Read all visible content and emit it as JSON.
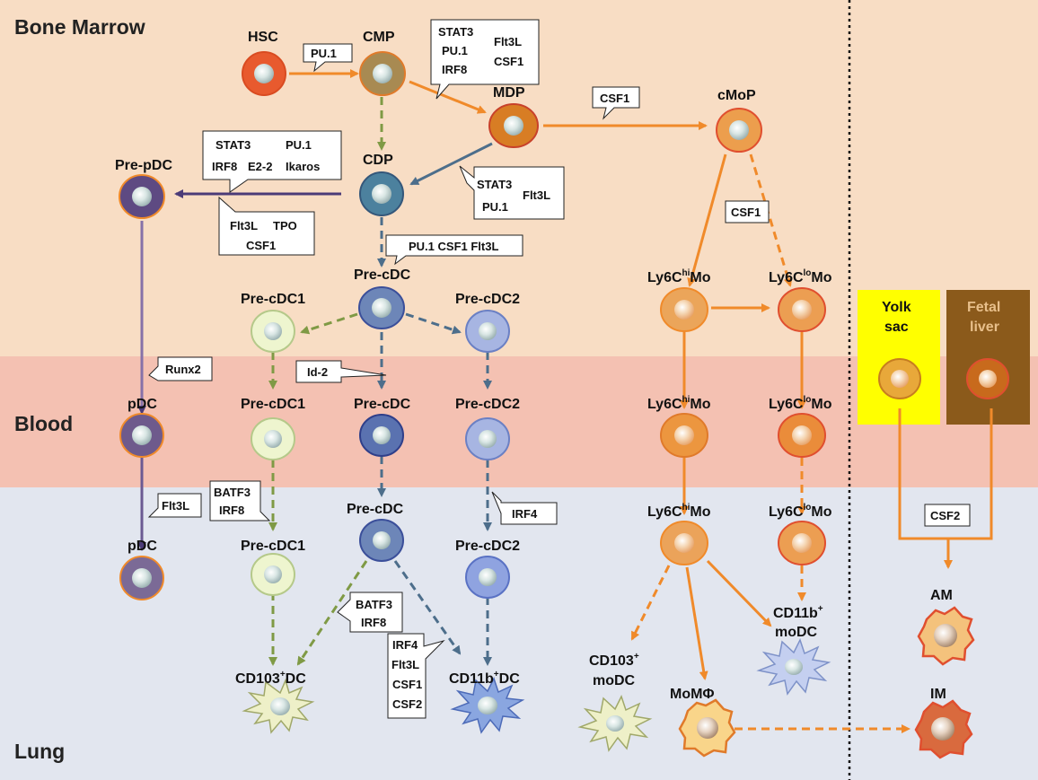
{
  "regions": {
    "bone_marrow": "Bone Marrow",
    "blood": "Blood",
    "lung": "Lung"
  },
  "colors": {
    "bone_marrow_bg": "#f8ddc4",
    "blood_bg": "#f4c1b2",
    "lung_bg": "#e2e6ef",
    "yolk": "#ffff00",
    "fetal": "#8b5a1b",
    "orange": "#f08a2a",
    "olive": "#7f9a45",
    "steel": "#4d6e8b",
    "purple": "#4b3b78"
  },
  "cells": {
    "hsc": "HSC",
    "cmp": "CMP",
    "mdp": "MDP",
    "cdp": "CDP",
    "cmop": "cMoP",
    "pre_pdc": "Pre-pDC",
    "pdc_blood": "pDC",
    "pdc_lung": "pDC",
    "pre_cdc_bm": "Pre-cDC",
    "pre_cdc1_bm": "Pre-cDC1",
    "pre_cdc2_bm": "Pre-cDC2",
    "pre_cdc1_blood": "Pre-cDC1",
    "pre_cdc_blood": "Pre-cDC",
    "pre_cdc2_blood": "Pre-cDC2",
    "pre_cdc_lung": "Pre-cDC",
    "pre_cdc1_lung": "Pre-cDC1",
    "pre_cdc2_lung": "Pre-cDC2",
    "cd103_dc_a": "CD103",
    "cd103_dc_sup": "+",
    "cd103_dc_b": "DC",
    "cd11b_dc_a": "CD11b",
    "cd11b_dc_sup": "+",
    "cd11b_dc_b": "DC",
    "ly6c": "Ly6C",
    "hi": "hi",
    "lo": "lo",
    "mo": "Mo",
    "cd103_modc_1": "CD103",
    "cd103_modc_sup": "+",
    "cd103_modc_2": "moDC",
    "cd11b_modc_1": "CD11b",
    "cd11b_modc_sup": "+",
    "cd11b_modc_2": "moDC",
    "momphi": "MoMΦ",
    "am": "AM",
    "im": "IM",
    "yolk_1": "Yolk",
    "yolk_2": "sac",
    "fetal_1": "Fetal",
    "fetal_2": "liver"
  },
  "factors": {
    "pu1": "PU.1",
    "cmp_mdp": [
      "STAT3",
      "PU.1",
      "IRF8",
      "Flt3L",
      "CSF1"
    ],
    "csf1": "CSF1",
    "cmop_csf1": "CSF1",
    "cdp_pdc_top": [
      "STAT3",
      "PU.1",
      "IRF8",
      "E2-2",
      "Ikaros"
    ],
    "cdp_pdc_bottom": [
      "Flt3L",
      "TPO",
      "CSF1"
    ],
    "mdp_cdp": [
      "STAT3",
      "PU.1",
      "Flt3L"
    ],
    "cdp_precdc": "PU.1 CSF1 Flt3L",
    "runx2": "Runx2",
    "id2": "Id-2",
    "flt3l": "Flt3L",
    "batf3_irf8": [
      "BATF3",
      "IRF8"
    ],
    "irf4": "IRF4",
    "batf3_irf8_lung": [
      "BATF3",
      "IRF8"
    ],
    "cd11b_factors": [
      "IRF4",
      "Flt3L",
      "CSF1",
      "CSF2"
    ],
    "csf2": "CSF2"
  }
}
